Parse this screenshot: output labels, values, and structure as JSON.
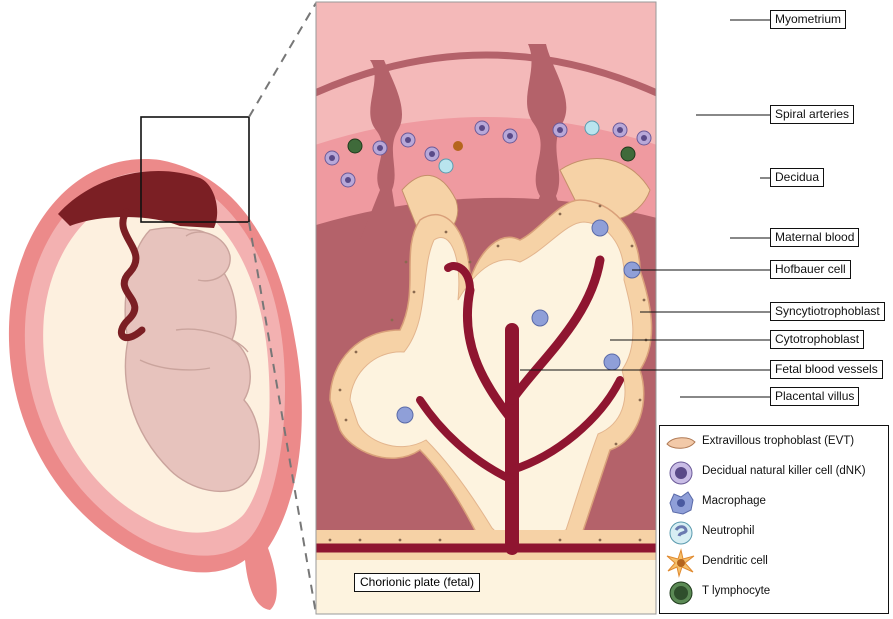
{
  "labels": {
    "myometrium": "Myometrium",
    "spiral_arteries": "Spiral arteries",
    "decidua": "Decidua",
    "maternal_blood": "Maternal blood",
    "hofbauer_cell": "Hofbauer cell",
    "syncytiotrophoblast": "Syncytiotrophoblast",
    "cytotrophoblast": "Cytotrophoblast",
    "fetal_blood_vessels": "Fetal blood vessels",
    "placental_villus": "Placental villus",
    "chorionic_plate": "Chorionic plate (fetal)"
  },
  "legend": [
    {
      "label": "Extravillous trophoblast (EVT)",
      "icon": "evt-icon",
      "color": "#f2c9a8"
    },
    {
      "label": "Decidual natural killer cell (dNK)",
      "icon": "dnk-icon",
      "color": "#7a6aa8"
    },
    {
      "label": "Macrophage",
      "icon": "macrophage-icon",
      "color": "#8f9fd8"
    },
    {
      "label": "Neutrophil",
      "icon": "neutrophil-icon",
      "color": "#b9e4ee"
    },
    {
      "label": "Dendritic cell",
      "icon": "dendritic-icon",
      "color": "#f0a24a"
    },
    {
      "label": "T lymphocyte",
      "icon": "t-lymphocyte-icon",
      "color": "#3f6a3a"
    }
  ],
  "colors": {
    "myometrium": "#f4b9b9",
    "decidua": "#ef9aa0",
    "maternal_blood": "#b4626a",
    "fetal_vessel": "#8f1530",
    "trophoblast": "#f6d2a6",
    "villus_core": "#fdf3df"
  }
}
